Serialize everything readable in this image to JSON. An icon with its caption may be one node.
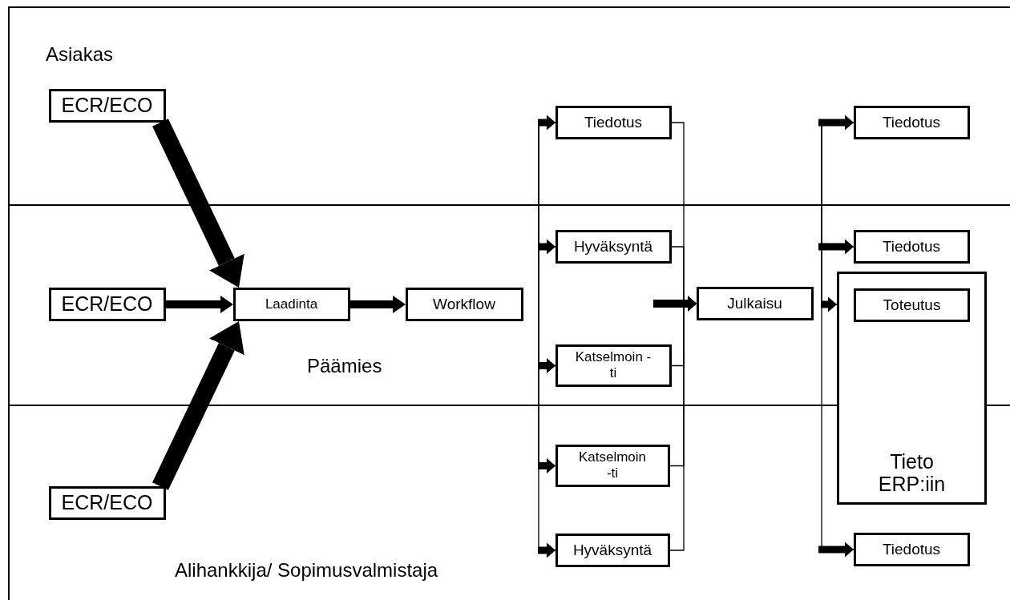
{
  "diagram": {
    "nodes": [
      {
        "text": [
          "Asiakas"
        ]
      },
      {
        "text": [
          "ECR/ECO"
        ],
        "in": 0
      },
      {
        "text": [
          "Tiedotus"
        ],
        "in": 0
      },
      {
        "text": [
          "Tiedotus"
        ],
        "in": 0
      },
      {
        "text": [
          "Päämies"
        ]
      },
      {
        "text": [
          "ECR/ECO"
        ],
        "in": 4
      },
      {
        "text": [
          "Laadinta"
        ],
        "in": 4
      },
      {
        "text": [
          "Workflow"
        ],
        "in": 4
      },
      {
        "text": [
          "Hyväksyntä"
        ],
        "in": 4
      },
      {
        "text": [
          "Julkaisu"
        ],
        "in": 4
      },
      {
        "text": [
          "Tiedotus"
        ],
        "in": 4
      },
      {
        "text": [
          "Tieto ERP:iin"
        ]
      },
      {
        "text": [
          "Toteutus"
        ]
      },
      {
        "text": [
          "Katselmoin -ti"
        ],
        "in": 4
      },
      {
        "text": [
          "Alihankkija/ Sopimusvalmistaja"
        ]
      },
      {
        "text": [
          "ECR/ECO"
        ],
        "in": 14
      },
      {
        "text": [
          "Katselmoin -ti"
        ],
        "in": 14
      },
      {
        "text": [
          "Hyväksyntä"
        ],
        "in": 14
      },
      {
        "text": [
          "Tiedotus"
        ],
        "in": 14
      }
    ],
    "edges": [
      {
        "from": 1,
        "to": 6,
        "arrow": "to",
        "style": "thick"
      },
      {
        "from": 5,
        "to": 6,
        "arrow": "to",
        "style": "thick"
      },
      {
        "from": 15,
        "to": 6,
        "arrow": "to",
        "style": "thick"
      },
      {
        "from": 6,
        "to": 7,
        "arrow": "to",
        "style": "thick"
      },
      {
        "from": null,
        "to": 2,
        "arrow": "to"
      },
      {
        "from": null,
        "to": 8,
        "arrow": "to"
      },
      {
        "from": null,
        "to": 13,
        "arrow": "to"
      },
      {
        "from": null,
        "to": 16,
        "arrow": "to"
      },
      {
        "from": null,
        "to": 17,
        "arrow": "to"
      },
      {
        "from": 2,
        "to": 9,
        "arrow": "to"
      },
      {
        "from": 8,
        "to": 9,
        "arrow": "to"
      },
      {
        "from": 13,
        "to": 9,
        "arrow": "to"
      },
      {
        "from": 16,
        "to": 9,
        "arrow": "to"
      },
      {
        "from": 17,
        "to": 9,
        "arrow": "to"
      },
      {
        "from": null,
        "to": 3,
        "arrow": "to"
      },
      {
        "from": null,
        "to": 10,
        "arrow": "to"
      },
      {
        "from": null,
        "to": 11,
        "arrow": "to"
      },
      {
        "from": null,
        "to": 18,
        "arrow": "to"
      }
    ]
  }
}
